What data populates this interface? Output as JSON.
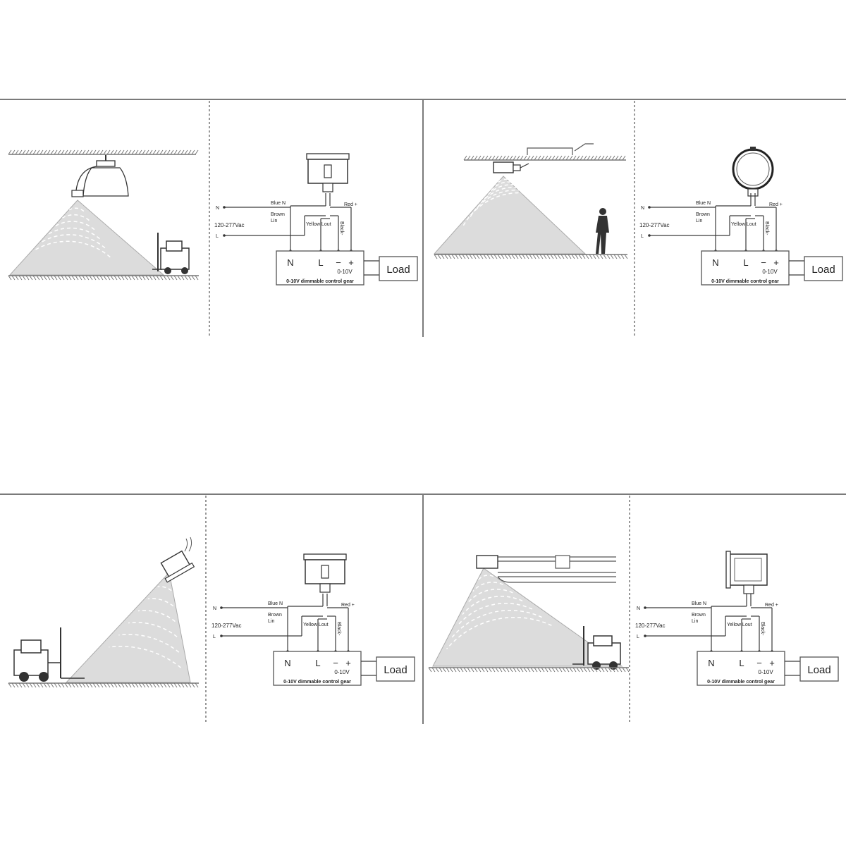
{
  "panels": [
    {
      "id": "p1",
      "scene": "high-bay",
      "wiring": {
        "blue_label": "Blue N",
        "brown_label": "Brown\nLin",
        "yellow_label": "Yellow Lout",
        "black_label": "Black-",
        "red_label": "Red +",
        "n_label": "N",
        "l_label": "L",
        "voltage_label": "120-277Vac",
        "term_n": "N",
        "term_l": "L",
        "term_minus": "−",
        "term_plus": "+",
        "dim_label": "0-10V",
        "gear_label": "0-10V dimmable control gear",
        "load_label": "Load",
        "sensor_style": "square"
      }
    },
    {
      "id": "p2",
      "scene": "ceiling-person",
      "wiring": {
        "blue_label": "Blue N",
        "brown_label": "Brown\nLin",
        "yellow_label": "Yellow Lout",
        "black_label": "Black-",
        "red_label": "Red +",
        "n_label": "N",
        "l_label": "L",
        "voltage_label": "120-277Vac",
        "term_n": "N",
        "term_l": "L",
        "term_minus": "−",
        "term_plus": "+",
        "dim_label": "0-10V",
        "gear_label": "0-10V dimmable control gear",
        "load_label": "Load",
        "sensor_style": "round"
      }
    },
    {
      "id": "p3",
      "scene": "wall-forklift",
      "wiring": {
        "blue_label": "Blue N",
        "brown_label": "Brown\nLin",
        "yellow_label": "Yellow Lout",
        "black_label": "Black-",
        "red_label": "Red +",
        "n_label": "N",
        "l_label": "L",
        "voltage_label": "120-277Vac",
        "term_n": "N",
        "term_l": "L",
        "term_minus": "−",
        "term_plus": "+",
        "dim_label": "0-10V",
        "gear_label": "0-10V dimmable control gear",
        "load_label": "Load",
        "sensor_style": "square"
      }
    },
    {
      "id": "p4",
      "scene": "linear-forklift",
      "wiring": {
        "blue_label": "Blue N",
        "brown_label": "Brown\nLin",
        "yellow_label": "Yellow Lout",
        "black_label": "Black-",
        "red_label": "Red +",
        "n_label": "N",
        "l_label": "L",
        "voltage_label": "120-277Vac",
        "term_n": "N",
        "term_l": "L",
        "term_minus": "−",
        "term_plus": "+",
        "dim_label": "0-10V",
        "gear_label": "0-10V dimmable control gear",
        "load_label": "Load",
        "sensor_style": "side"
      }
    }
  ]
}
